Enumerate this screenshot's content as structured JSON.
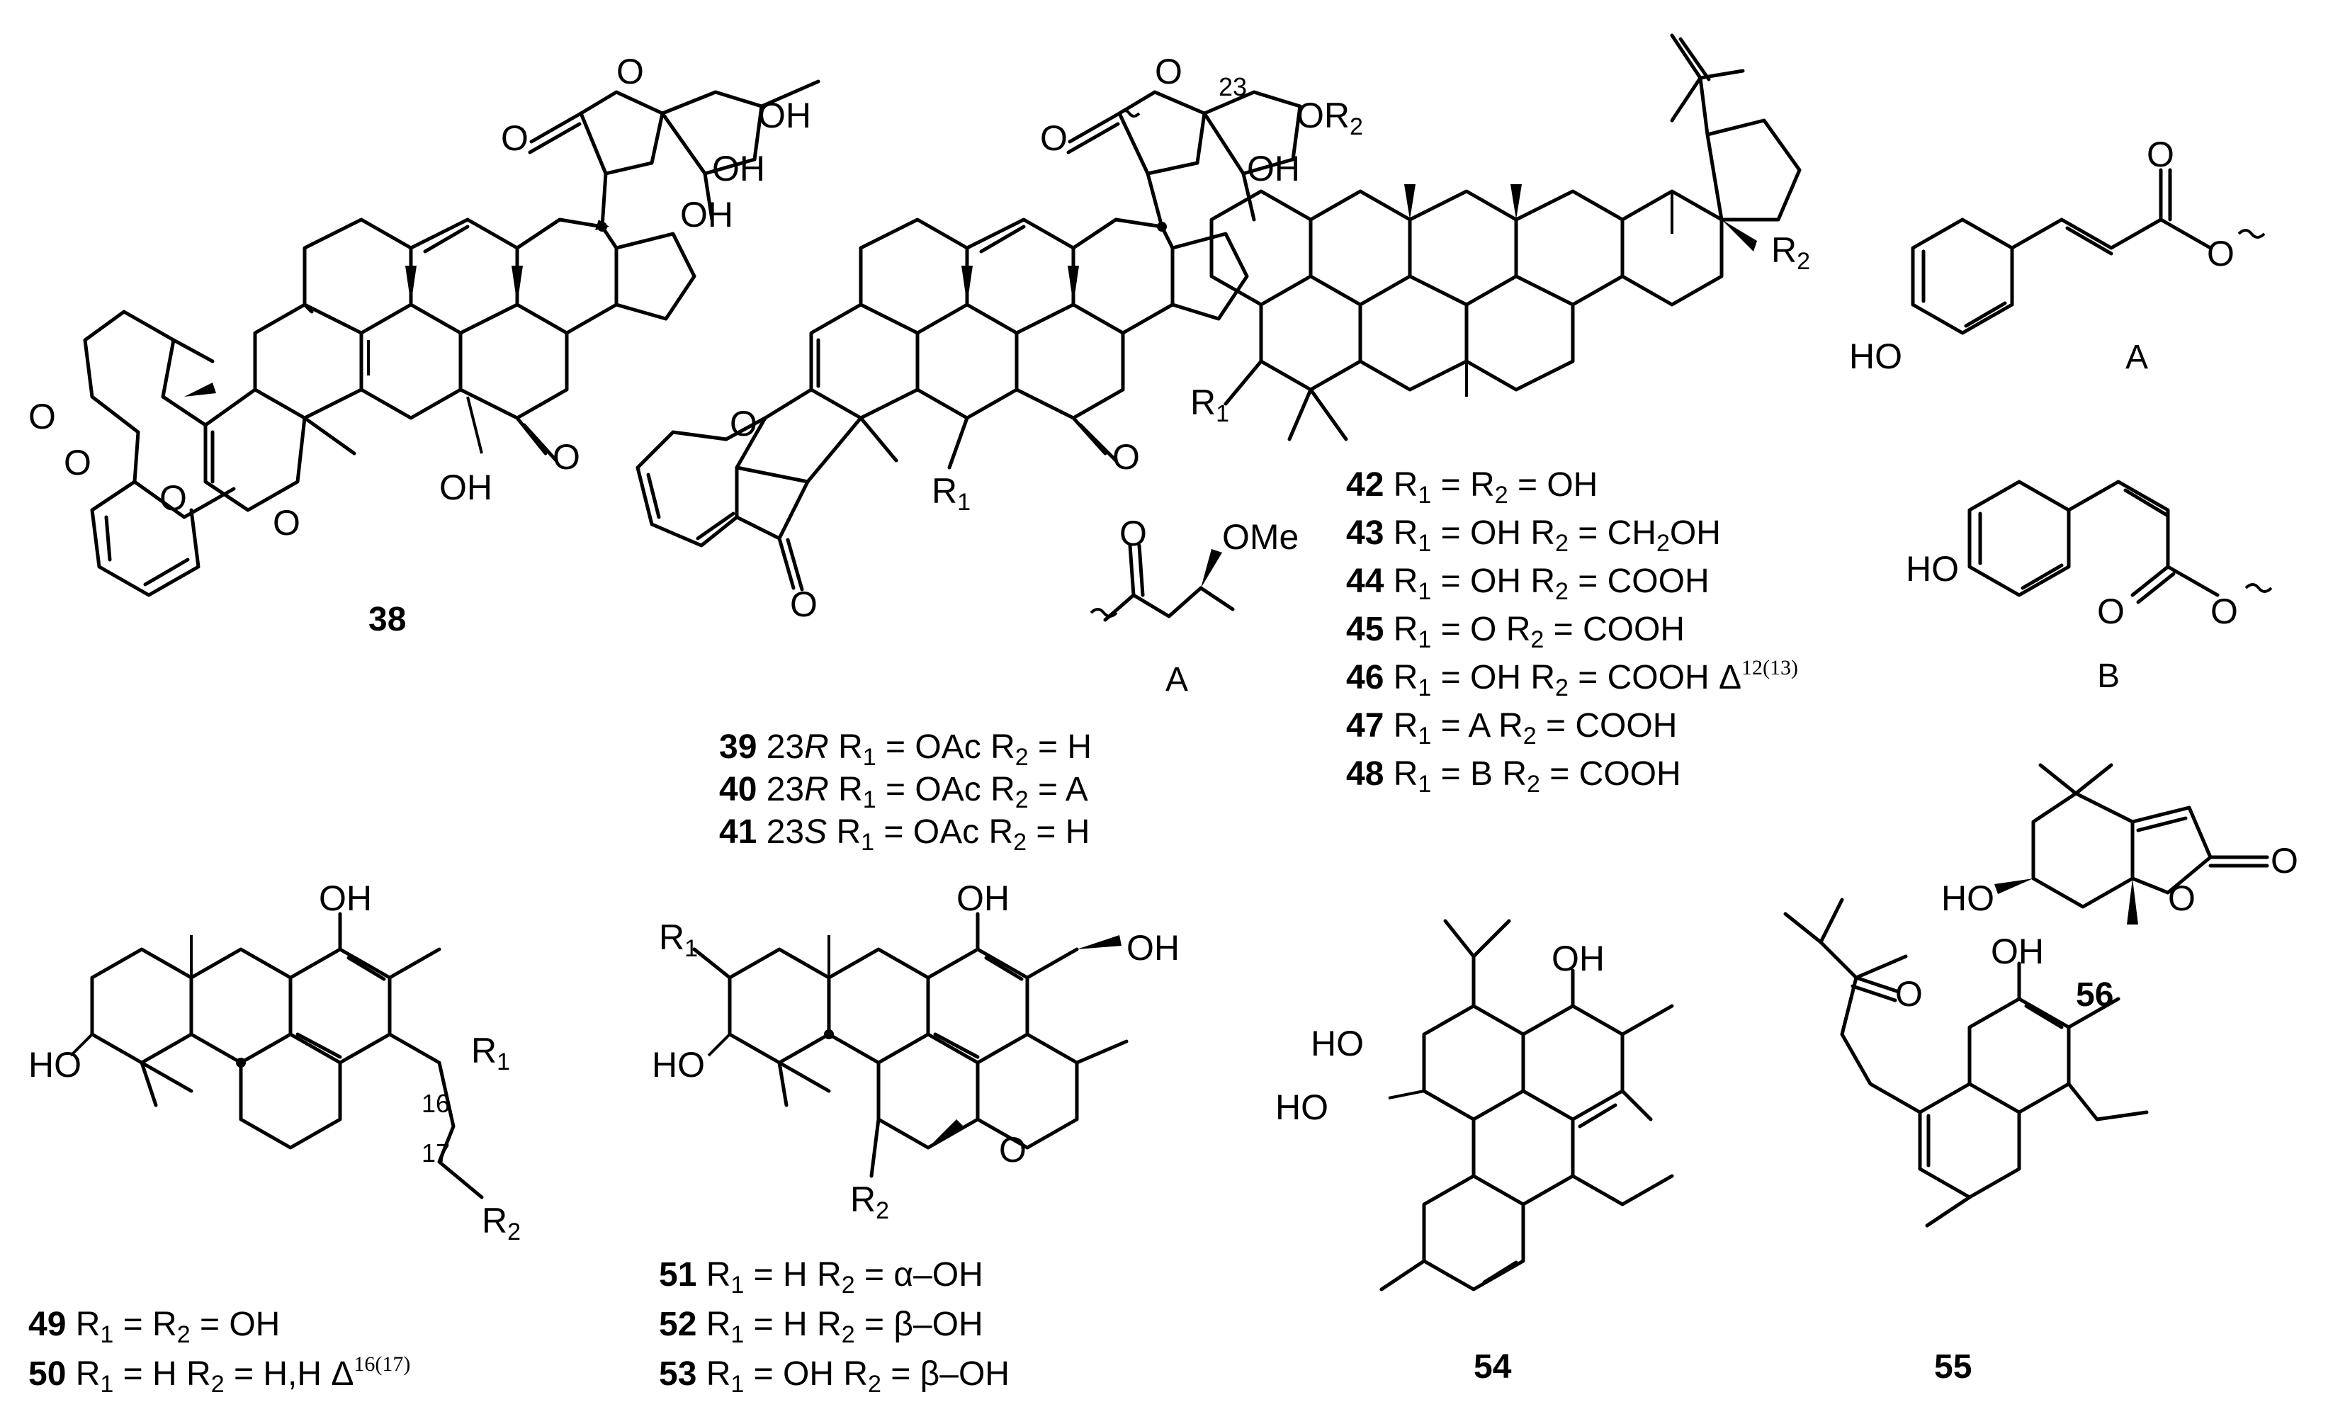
{
  "compounds": {
    "c38": {
      "number": "38"
    },
    "c39_41": {
      "subst_A": {
        "label": "A",
        "ome": "OMe"
      },
      "captions": [
        {
          "num": "39",
          "config": "23R",
          "r1": "OAc",
          "r2": "H"
        },
        {
          "num": "40",
          "config": "23R",
          "r1": "OAc",
          "r2": "A"
        },
        {
          "num": "41",
          "config": "23S",
          "r1": "OAc",
          "r2": "H"
        }
      ],
      "c23_label": "23"
    },
    "c42_48": {
      "captions": [
        {
          "num": "42",
          "text": "R1 = R2 = OH"
        },
        {
          "num": "43",
          "text": "R1 = OH R2 = CH2OH"
        },
        {
          "num": "44",
          "text": "R1 = OH R2 = COOH"
        },
        {
          "num": "45",
          "text": "R1 = O R2 = COOH"
        },
        {
          "num": "46",
          "text": "R1 = OH R2 = COOH Δ12(13)"
        },
        {
          "num": "47",
          "text": "R1 = A R2 = COOH"
        },
        {
          "num": "48",
          "text": "R1 = B R2 = COOH"
        }
      ],
      "subst_A_label": "A",
      "subst_B_label": "B"
    },
    "c49_50": {
      "captions": [
        {
          "num": "49",
          "text": "R1 = R2 = OH"
        },
        {
          "num": "50",
          "text": "R1 = H R2 = H,H Δ16(17)"
        }
      ],
      "locants": [
        "16",
        "17"
      ]
    },
    "c51_53": {
      "captions": [
        {
          "num": "51",
          "text": "R1 = H R2 = α–OH"
        },
        {
          "num": "52",
          "text": "R1 = H R2 = β–OH"
        },
        {
          "num": "53",
          "text": "R1 = OH R2 = β–OH"
        }
      ]
    },
    "c54": {
      "number": "54"
    },
    "c55": {
      "number": "55"
    },
    "c56": {
      "number": "56"
    }
  },
  "atom_labels": {
    "O": "O",
    "OH": "OH",
    "HO": "HO",
    "R1": "R1",
    "R2": "R2",
    "OR2": "OR2"
  }
}
